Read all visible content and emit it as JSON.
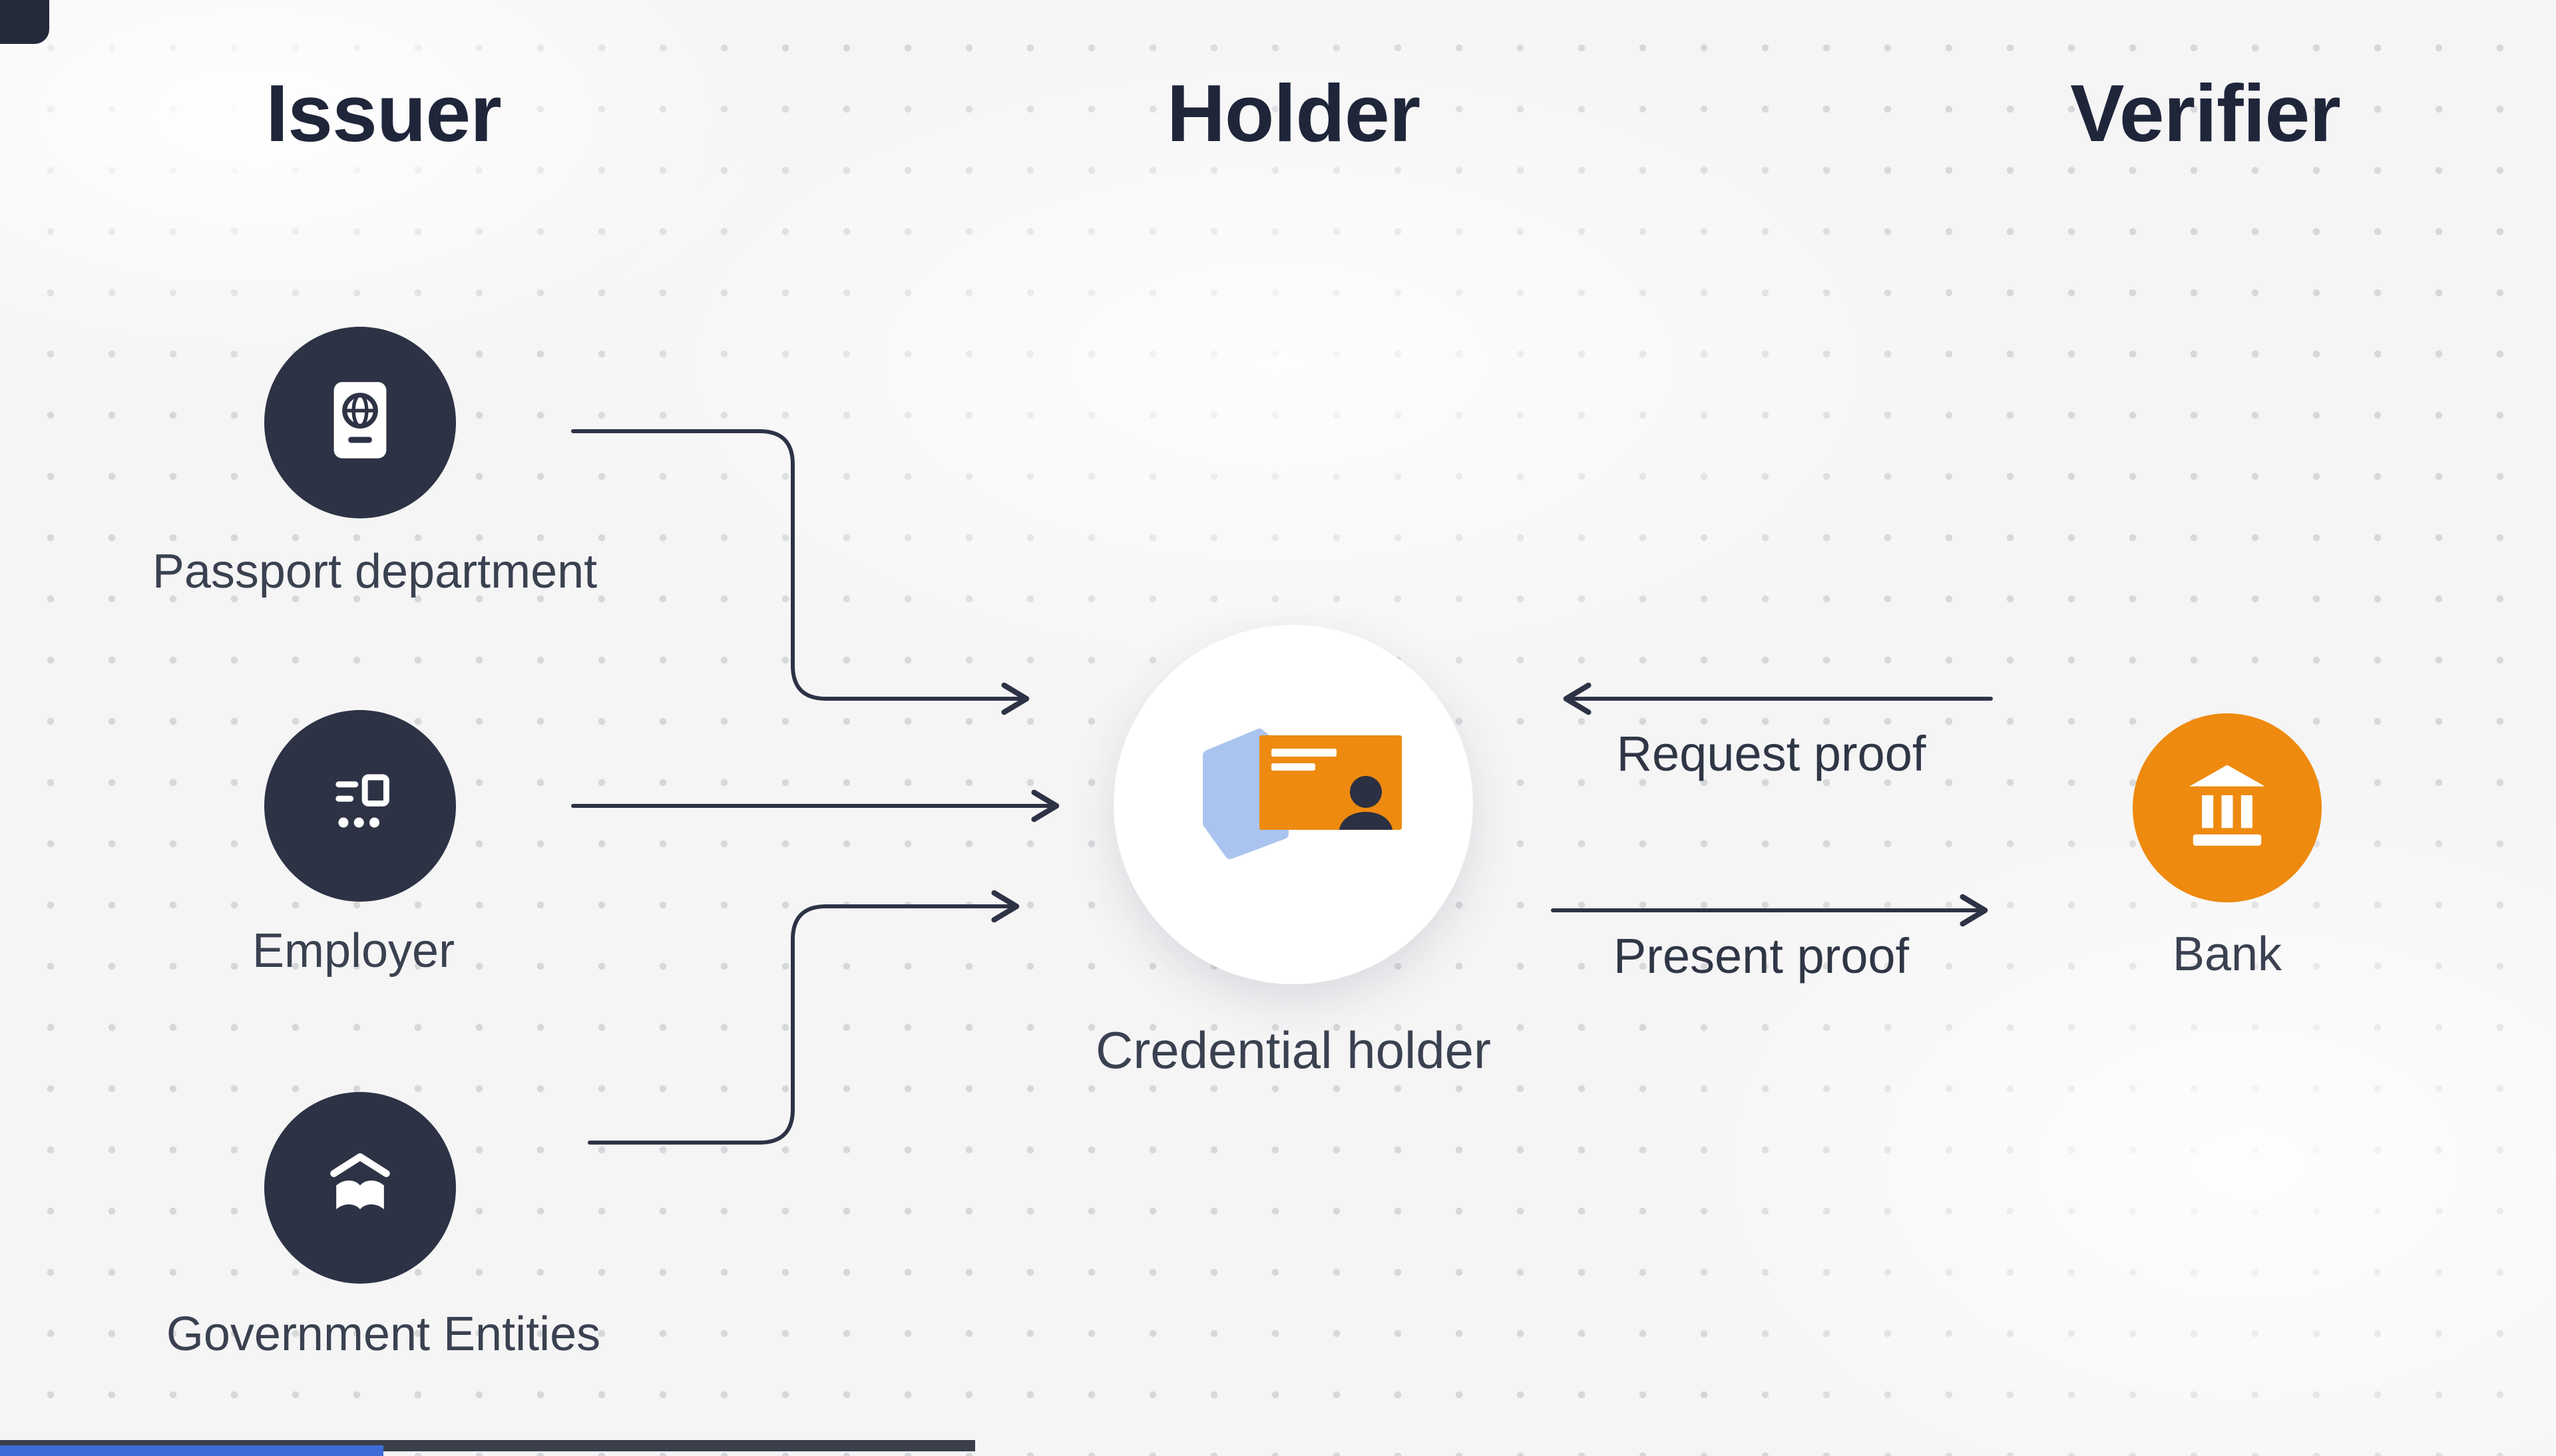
{
  "palette": {
    "background": "#f5f5f6",
    "dot_color": "#d7d8da",
    "dark_navy": "#2d3345",
    "orange": "#ee8a0f",
    "light_blue": "#aac4ef",
    "arrow": "#2d3345",
    "heading_text": "#20263a",
    "label_text": "#3a4150",
    "progress_blue": "#3f6cd6",
    "progress_track": "#3a3f4b"
  },
  "headers": [
    {
      "label": "Issuer"
    },
    {
      "label": "Holder"
    },
    {
      "label": "Verifier"
    }
  ],
  "issuers": [
    {
      "label": "Passport department",
      "icon": "passport-icon"
    },
    {
      "label": "Employer",
      "icon": "employer-icon"
    },
    {
      "label": "Government Entities",
      "icon": "government-icon"
    }
  ],
  "holder": {
    "label": "Credential holder",
    "icon": "credential-card-icon"
  },
  "verifier": {
    "label": "Bank",
    "icon": "bank-icon"
  },
  "flows": {
    "request_proof": "Request proof",
    "present_proof": "Present proof"
  },
  "player": {
    "buffered_percent": 38,
    "progress_percent": 15
  }
}
